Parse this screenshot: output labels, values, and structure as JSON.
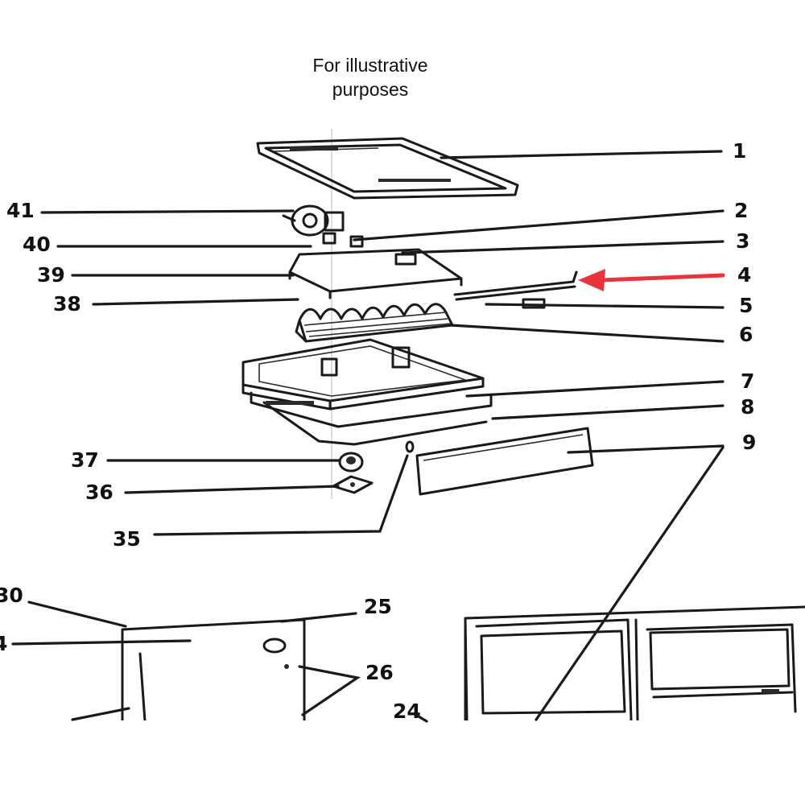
{
  "caption": {
    "line1": "For illustrative",
    "line2": "purposes"
  },
  "callouts": [
    "1",
    "2",
    "3",
    "4",
    "5",
    "6",
    "7",
    "8",
    "9",
    "41",
    "40",
    "39",
    "38",
    "37",
    "36",
    "35",
    "30",
    "25",
    "26",
    "24",
    "4"
  ],
  "highlight": {
    "target_label": "4",
    "arrow_color": "#e8343a"
  },
  "colors": {
    "ink": "#1a1a1a",
    "background": "#ffffff"
  }
}
